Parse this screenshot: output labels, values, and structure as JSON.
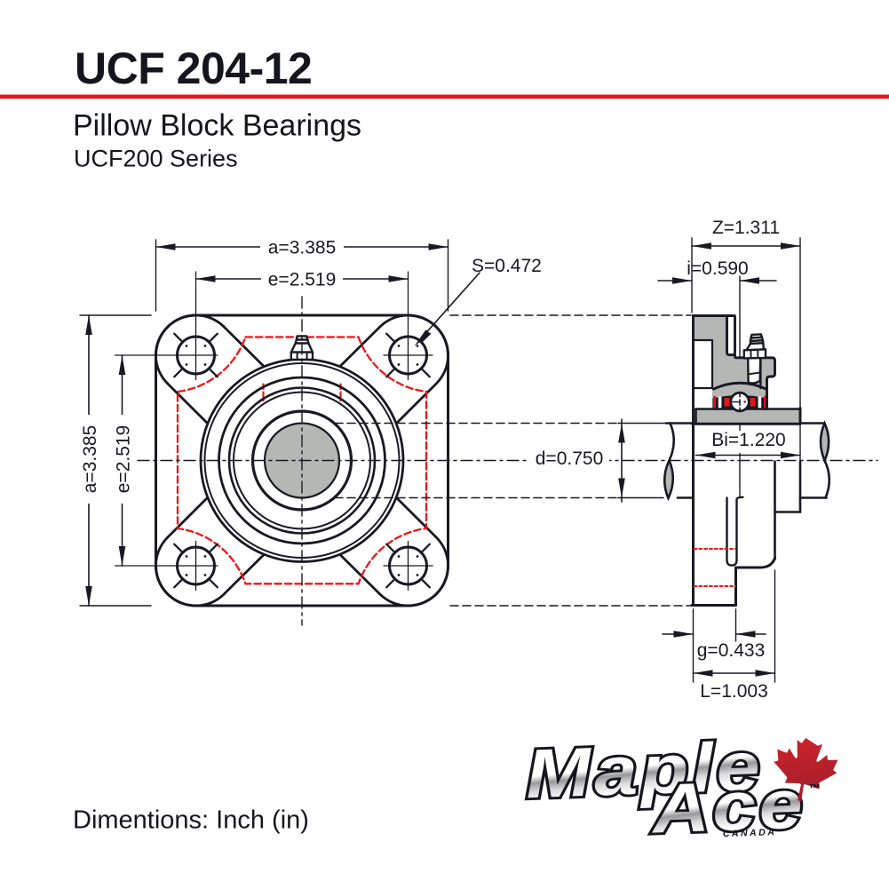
{
  "header": {
    "part_number": "UCF 204-12",
    "product_line": "Pillow Block Bearings",
    "series": "UCF200 Series"
  },
  "footer": {
    "units_note": "Dimentions: Inch (in)"
  },
  "logo": {
    "brand_word_1": "Maple",
    "brand_word_2": "Ace",
    "trademark": "™",
    "country": "CANADA",
    "icon": "maple-leaf-icon"
  },
  "drawing": {
    "type": "engineering-drawing",
    "views": [
      "front-view-4-bolt-flange",
      "side-section-view"
    ],
    "units": "inch",
    "front_view_dimensions": [
      {
        "name": "a",
        "value": 3.385,
        "label": "a=3.385",
        "meaning": "flange square size"
      },
      {
        "name": "e",
        "value": 2.519,
        "label": "e=2.519",
        "meaning": "bolt hole spacing"
      },
      {
        "name": "S",
        "value": 0.472,
        "label": "S=0.472",
        "meaning": "bolt hole diameter"
      }
    ],
    "side_view_dimensions": [
      {
        "name": "Z",
        "value": 1.311,
        "label": "Z=1.311",
        "meaning": "total width"
      },
      {
        "name": "i",
        "value": 0.59,
        "label": "i=0.590",
        "meaning": "flange face to bearing center"
      },
      {
        "name": "Bi",
        "value": 1.22,
        "label": "Bi=1.220",
        "meaning": "inner ring width"
      },
      {
        "name": "d",
        "value": 0.75,
        "label": "d=0.750",
        "meaning": "bore diameter"
      },
      {
        "name": "g",
        "value": 0.433,
        "label": "g=0.433",
        "meaning": "flange thickness"
      },
      {
        "name": "L",
        "value": 1.003,
        "label": "L=1.003",
        "meaning": "housing length"
      }
    ]
  },
  "colors": {
    "ink": "#191923",
    "accent_red": "#e8141c",
    "hidden_line_red": "#ee1515",
    "section_gray": "#b5b7b5",
    "leaf_red_light": "#d0242f",
    "leaf_red_dark": "#a31e28"
  }
}
